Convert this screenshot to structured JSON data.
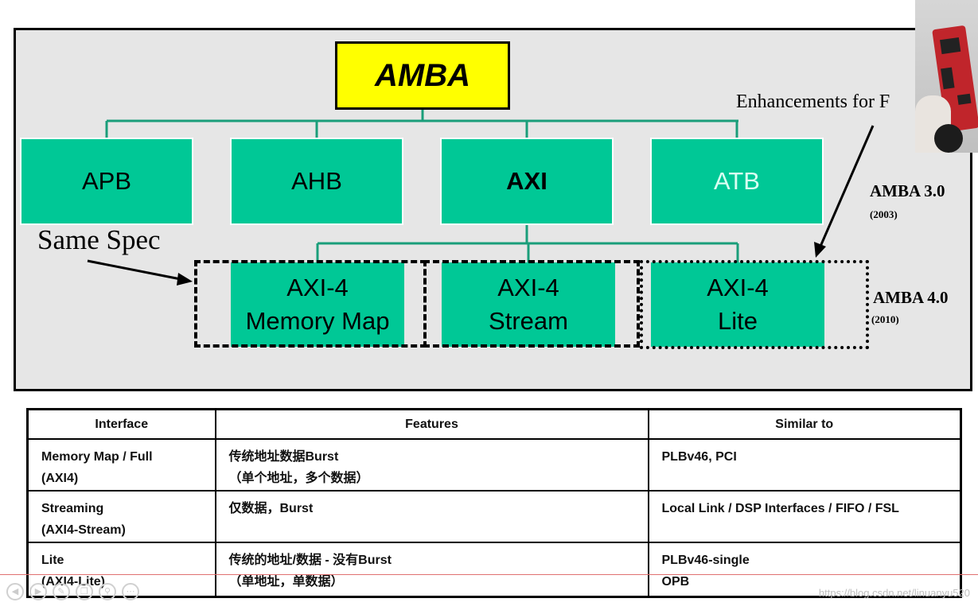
{
  "diagram": {
    "root": "AMBA",
    "level1": [
      "APB",
      "AHB",
      "AXI",
      "ATB"
    ],
    "level2": [
      {
        "line1": "AXI-4",
        "line2": "Memory Map"
      },
      {
        "line1": "AXI-4",
        "line2": "Stream"
      },
      {
        "line1": "AXI-4",
        "line2": "Lite"
      }
    ],
    "annotations": {
      "same_spec": "Same Spec",
      "enhancements": "Enhancements for F",
      "amba30": "AMBA 3.0",
      "amba30_year": "(2003)",
      "amba40": "AMBA 4.0",
      "amba40_year": "(2010)"
    }
  },
  "table": {
    "headers": [
      "Interface",
      "Features",
      "Similar to"
    ],
    "rows": [
      {
        "interface": [
          "Memory Map / Full",
          "(AXI4)"
        ],
        "features": [
          "传统地址数据Burst",
          "（单个地址，多个数据）"
        ],
        "similar": [
          "PLBv46, PCI"
        ]
      },
      {
        "interface": [
          "Streaming",
          "(AXI4-Stream)"
        ],
        "features": [
          "仅数据，Burst"
        ],
        "similar": [
          "Local Link / DSP Interfaces / FIFO / FSL"
        ]
      },
      {
        "interface": [
          "Lite",
          "(AXI4-Lite)"
        ],
        "features": [
          "传统的地址/数据 - 没有Burst",
          "（单地址，单数据）"
        ],
        "similar": [
          "PLBv46-single",
          "OPB"
        ]
      }
    ]
  },
  "player": {
    "controls": [
      "prev-icon",
      "play-icon",
      "edit-icon",
      "copy-icon",
      "zoom-icon",
      "more-icon"
    ]
  },
  "watermark": "https://blog.csdn.net/linuanyu520",
  "colors": {
    "root_fill": "#ffff00",
    "node_fill": "#00c896",
    "connector": "#1a9e7a",
    "slide_bg": "#e6e6e6"
  }
}
